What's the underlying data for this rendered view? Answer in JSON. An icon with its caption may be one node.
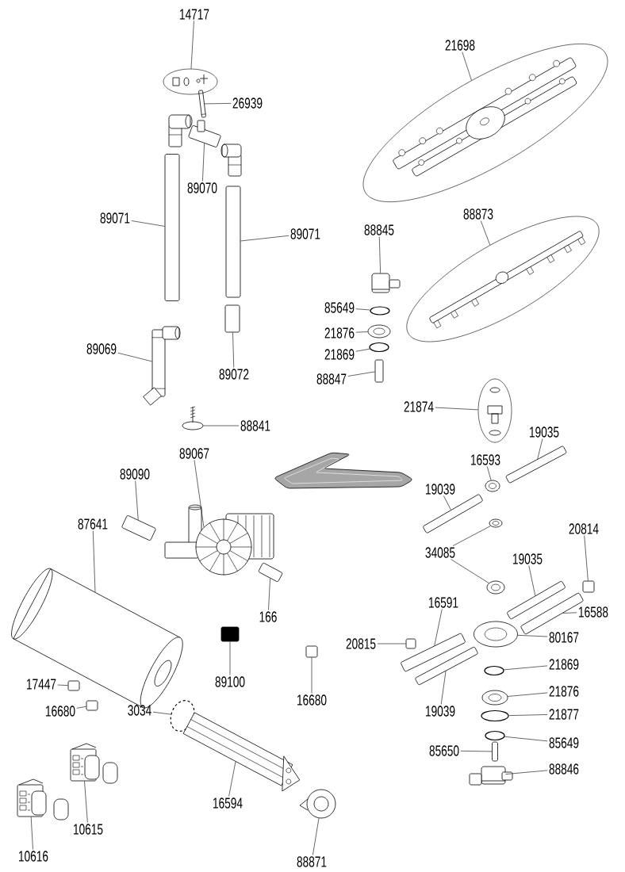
{
  "diagram": {
    "nodes": [
      {
        "text": [
          "14717"
        ]
      },
      {
        "text": [],
        "shape": "picture"
      },
      {
        "text": [
          "26939"
        ]
      },
      {
        "text": [],
        "shape": "picture"
      },
      {
        "text": [
          "89070"
        ]
      },
      {
        "text": [],
        "shape": "picture"
      },
      {
        "text": [
          "89071"
        ]
      },
      {
        "text": [],
        "shape": "bar"
      },
      {
        "text": [
          "89071"
        ]
      },
      {
        "text": [],
        "shape": "bar"
      },
      {
        "text": [
          "89069"
        ]
      },
      {
        "text": [],
        "shape": "picture"
      },
      {
        "text": [
          "89072"
        ]
      },
      {
        "text": [],
        "shape": "bar"
      },
      {
        "text": [
          "88841"
        ]
      },
      {
        "text": [],
        "shape": "picture"
      },
      {
        "text": [
          "21698"
        ]
      },
      {
        "text": [],
        "shape": "picture"
      },
      {
        "text": [
          "88873"
        ]
      },
      {
        "text": [],
        "shape": "picture"
      },
      {
        "text": [
          "88845"
        ]
      },
      {
        "text": [],
        "shape": "picture"
      },
      {
        "text": [
          "85649"
        ]
      },
      {
        "text": [],
        "shape": "circle"
      },
      {
        "text": [
          "21876"
        ]
      },
      {
        "text": [],
        "shape": "picture"
      },
      {
        "text": [
          "21869"
        ]
      },
      {
        "text": [],
        "shape": "circle"
      },
      {
        "text": [
          "88847"
        ]
      },
      {
        "text": [],
        "shape": "bar"
      },
      {
        "text": [
          "21874"
        ]
      },
      {
        "text": [],
        "shape": "picture"
      },
      {
        "text": [
          "19035"
        ]
      },
      {
        "text": [],
        "shape": "bar"
      },
      {
        "text": [
          "16593"
        ]
      },
      {
        "text": [],
        "shape": "picture"
      },
      {
        "text": [
          "19039"
        ]
      },
      {
        "text": [],
        "shape": "bar"
      },
      {
        "text": [
          "20814"
        ]
      },
      {
        "text": [],
        "shape": "box"
      },
      {
        "text": [
          "34085"
        ]
      },
      {
        "text": [],
        "shape": "picture"
      },
      {
        "text": [],
        "shape": "picture"
      },
      {
        "text": [
          "19035"
        ]
      },
      {
        "text": [],
        "shape": "bar"
      },
      {
        "text": [
          "16588"
        ]
      },
      {
        "text": [],
        "shape": "bar"
      },
      {
        "text": [
          "16591"
        ]
      },
      {
        "text": [],
        "shape": "bar"
      },
      {
        "text": [
          "80167"
        ]
      },
      {
        "text": [],
        "shape": "picture"
      },
      {
        "text": [
          "20815"
        ]
      },
      {
        "text": [],
        "shape": "box"
      },
      {
        "text": [
          "21869"
        ]
      },
      {
        "text": [],
        "shape": "circle"
      },
      {
        "text": [
          "19039"
        ]
      },
      {
        "text": [],
        "shape": "bar"
      },
      {
        "text": [
          "21876"
        ]
      },
      {
        "text": [],
        "shape": "picture"
      },
      {
        "text": [
          "21877"
        ]
      },
      {
        "text": [],
        "shape": "circle"
      },
      {
        "text": [
          "85649"
        ]
      },
      {
        "text": [],
        "shape": "circle"
      },
      {
        "text": [
          "85650"
        ]
      },
      {
        "text": [],
        "shape": "bar"
      },
      {
        "text": [
          "88846"
        ]
      },
      {
        "text": [],
        "shape": "picture"
      },
      {
        "text": [
          "89067"
        ]
      },
      {
        "text": [],
        "shape": "picture"
      },
      {
        "text": [
          "89090"
        ]
      },
      {
        "text": [],
        "shape": "bar"
      },
      {
        "text": [
          "87641"
        ]
      },
      {
        "text": [],
        "shape": "picture"
      },
      {
        "text": [
          "166"
        ]
      },
      {
        "text": [],
        "shape": "bar"
      },
      {
        "text": [
          "89100"
        ]
      },
      {
        "text": [],
        "shape": "box"
      },
      {
        "text": [
          "16680"
        ]
      },
      {
        "text": [],
        "shape": "box"
      },
      {
        "text": [
          "17447"
        ]
      },
      {
        "text": [],
        "shape": "box"
      },
      {
        "text": [
          "16680"
        ]
      },
      {
        "text": [],
        "shape": "box"
      },
      {
        "text": [
          "3034"
        ]
      },
      {
        "text": [],
        "shape": "circle"
      },
      {
        "text": [
          "16594"
        ]
      },
      {
        "text": [],
        "shape": "picture"
      },
      {
        "text": [
          "10615"
        ]
      },
      {
        "text": [],
        "shape": "picture"
      },
      {
        "text": [
          "10616"
        ]
      },
      {
        "text": [],
        "shape": "picture"
      },
      {
        "text": [
          "88871"
        ]
      },
      {
        "text": [],
        "shape": "picture"
      }
    ],
    "edges": [
      {
        "from": 0,
        "to": 1,
        "arrow": "none"
      },
      {
        "from": 2,
        "to": 3,
        "arrow": "none"
      },
      {
        "from": 4,
        "to": 5,
        "arrow": "none"
      },
      {
        "from": 6,
        "to": 7,
        "arrow": "none"
      },
      {
        "from": 8,
        "to": 9,
        "arrow": "none"
      },
      {
        "from": 10,
        "to": 11,
        "arrow": "none"
      },
      {
        "from": 12,
        "to": 13,
        "arrow": "none"
      },
      {
        "from": 14,
        "to": 15,
        "arrow": "none"
      },
      {
        "from": 16,
        "to": 17,
        "arrow": "none"
      },
      {
        "from": 18,
        "to": 19,
        "arrow": "none"
      },
      {
        "from": 20,
        "to": 21,
        "arrow": "none"
      },
      {
        "from": 22,
        "to": 23,
        "arrow": "none"
      },
      {
        "from": 24,
        "to": 25,
        "arrow": "none"
      },
      {
        "from": 26,
        "to": 27,
        "arrow": "none"
      },
      {
        "from": 28,
        "to": 29,
        "arrow": "none"
      },
      {
        "from": 30,
        "to": 31,
        "arrow": "none"
      },
      {
        "from": 32,
        "to": 33,
        "arrow": "none"
      },
      {
        "from": 34,
        "to": 35,
        "arrow": "none"
      },
      {
        "from": 36,
        "to": 37,
        "arrow": "none"
      },
      {
        "from": 38,
        "to": 39,
        "arrow": "none"
      },
      {
        "from": 40,
        "to": 41,
        "arrow": "none"
      },
      {
        "from": 40,
        "to": 42,
        "arrow": "none"
      },
      {
        "from": 43,
        "to": 44,
        "arrow": "none"
      },
      {
        "from": 45,
        "to": 46,
        "arrow": "none"
      },
      {
        "from": 47,
        "to": 48,
        "arrow": "none"
      },
      {
        "from": 49,
        "to": 50,
        "arrow": "none"
      },
      {
        "from": 51,
        "to": 52,
        "arrow": "none"
      },
      {
        "from": 53,
        "to": 54,
        "arrow": "none"
      },
      {
        "from": 55,
        "to": 56,
        "arrow": "none"
      },
      {
        "from": 57,
        "to": 58,
        "arrow": "none"
      },
      {
        "from": 59,
        "to": 60,
        "arrow": "none"
      },
      {
        "from": 61,
        "to": 62,
        "arrow": "none"
      },
      {
        "from": 63,
        "to": 64,
        "arrow": "none"
      },
      {
        "from": 65,
        "to": 66,
        "arrow": "none"
      },
      {
        "from": 67,
        "to": 68,
        "arrow": "none"
      },
      {
        "from": 69,
        "to": 70,
        "arrow": "none"
      },
      {
        "from": 71,
        "to": 72,
        "arrow": "none"
      },
      {
        "from": 73,
        "to": 74,
        "arrow": "none"
      },
      {
        "from": 75,
        "to": 76,
        "arrow": "none"
      },
      {
        "from": 77,
        "to": 78,
        "arrow": "none"
      },
      {
        "from": 79,
        "to": 80,
        "arrow": "none"
      },
      {
        "from": 81,
        "to": 82,
        "arrow": "none"
      },
      {
        "from": 83,
        "to": 84,
        "arrow": "none"
      },
      {
        "from": 85,
        "to": 86,
        "arrow": "none"
      },
      {
        "from": 87,
        "to": 88,
        "arrow": "none"
      },
      {
        "from": 89,
        "to": 90,
        "arrow": "none"
      },
      {
        "from": 91,
        "to": 92,
        "arrow": "none"
      }
    ]
  }
}
